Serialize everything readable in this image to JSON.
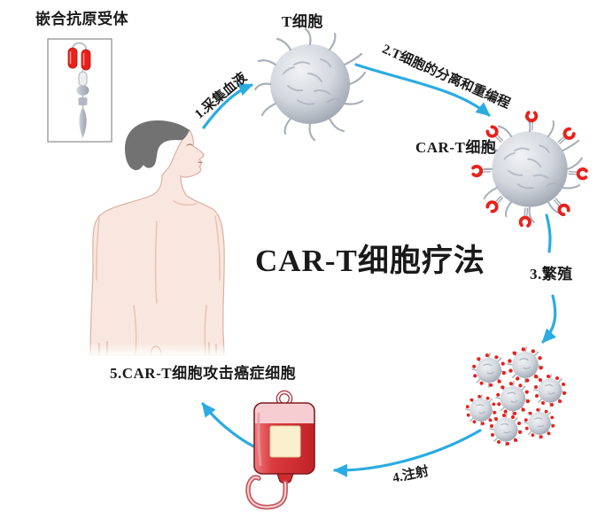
{
  "title": "CAR-T细胞疗法",
  "legend": {
    "label": "嵌合抗原受体"
  },
  "cells": {
    "t_cell_label": "T细胞",
    "car_t_cell_label": "CAR-T细胞"
  },
  "steps": [
    {
      "num": 1,
      "label": "1.采集血液"
    },
    {
      "num": 2,
      "label": "2.T细胞的分离和重编程"
    },
    {
      "num": 3,
      "label": "3.繁殖"
    },
    {
      "num": 4,
      "label": "4.注射"
    },
    {
      "num": 5,
      "label": "5.CAR-T细胞攻击癌症细胞"
    }
  ],
  "colors": {
    "arrow": "#2aabe2",
    "receptor_red": "#e8211b",
    "blood_bag_red": "#cf2b30",
    "blood_bag_pink": "#f6ced2",
    "bag_label_cream": "#faf0cd",
    "cell_gray": "#c9ced6",
    "skin": "#f9e6df",
    "hair": "#727272",
    "text": "#1a1a1a",
    "background": "#ffffff"
  }
}
